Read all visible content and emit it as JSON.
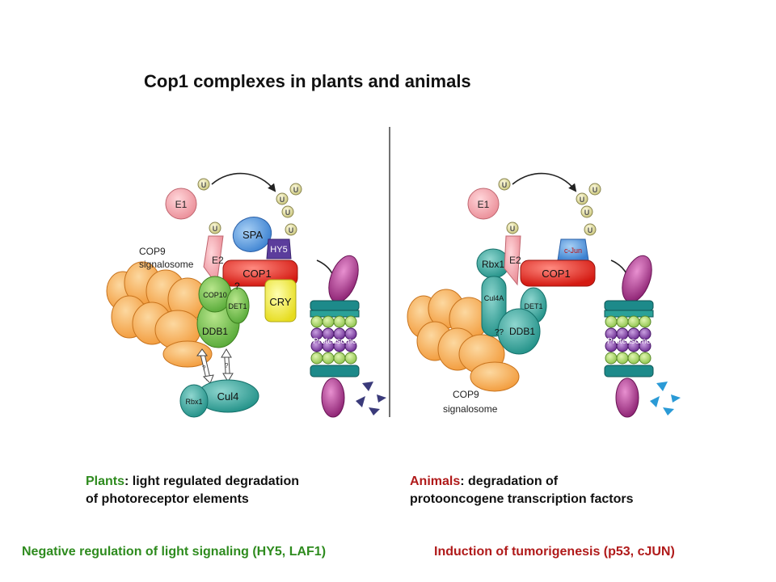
{
  "title": "Cop1 complexes in plants and animals",
  "plants_diagram": {
    "labels": {
      "e1": "E1",
      "e2": "E2",
      "ubiquitin": "U",
      "cop9_line1": "COP9",
      "cop9_line2": "signalosome",
      "spa": "SPA",
      "hy5": "HY5",
      "cop1": "COP1",
      "question": "?",
      "cop10": "COP10",
      "det1": "DET1",
      "cry": "CRY",
      "ddb1": "DDB1",
      "proteasome": "Proteasome",
      "question_small_1": "?",
      "question_small_2": "?",
      "rbx1": "Rbx1",
      "cul4": "Cul4"
    }
  },
  "animals_diagram": {
    "labels": {
      "e1": "E1",
      "e2": "E2",
      "ubiquitin": "U",
      "rbx1": "Rbx1",
      "cjun": "c-Jun",
      "cop1": "COP1",
      "cul4a": "Cul4A",
      "det1": "DET1",
      "ddb1": "DDB1",
      "ddb1_prefix": "??",
      "proteasome": "Proteasome",
      "cop9_line1": "COP9",
      "cop9_line2": "signalosome"
    }
  },
  "captions": {
    "plants_keyword": "Plants",
    "plants_line1_rest": ": light regulated degradation",
    "plants_line2": "of photoreceptor elements",
    "animals_keyword": "Animals",
    "animals_line1_rest": ": degradation of",
    "animals_line2": "protooncogene transcription factors"
  },
  "footer": {
    "left": "Negative regulation of light signaling (HY5, LAF1)",
    "right": "Induction of tumorigenesis (p53, cJUN)"
  },
  "colors": {
    "plants_accent": "#2e8b1e",
    "animals_accent": "#b01a1a",
    "signalosome_orange": "#f5a54a",
    "cop1_red": "#e8251f",
    "ddb1_green": "#6dbd45",
    "cul4_teal": "#2aa198",
    "spa_blue": "#4a90d9",
    "hy5_purple": "#5b3d9c",
    "cry_yellow": "#f2ea2e",
    "ubiquitin_yellow": "#e9e6a6",
    "e1_pink": "#f0a0a8",
    "proteasome_purple": "#7a3aa0",
    "ring_teal": "#1d8a8a",
    "ring_green": "#a8d86a",
    "cap_magenta": "#a02a80"
  }
}
